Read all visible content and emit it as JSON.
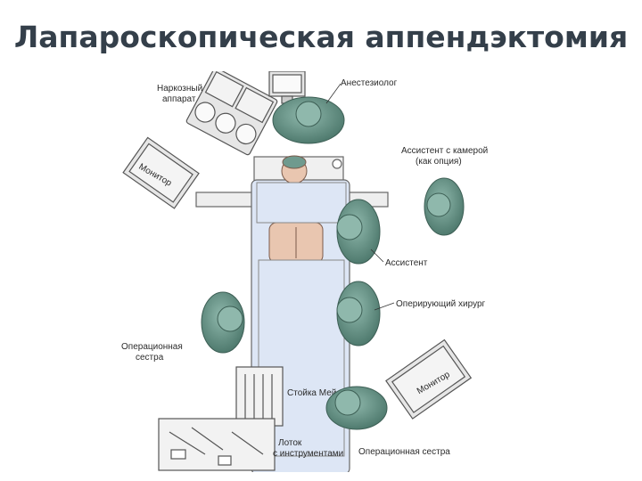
{
  "title": "Лапароскопическая аппендэктомия",
  "labels": {
    "anesthesia_machine_1": "Наркозный",
    "anesthesia_machine_2": "аппарат",
    "anesthesiologist": "Анестезиолог",
    "monitor_left": "Монитор",
    "camera_assistant_1": "Ассистент с камерой",
    "camera_assistant_2": "(как опция)",
    "assistant": "Ассистент",
    "surgeon": "Оперирующий хирург",
    "scrub_nurse_1": "Операционная",
    "scrub_nurse_2": "сестра",
    "mayo_stand": "Стойка Мейо",
    "monitor_right": "Монитор",
    "instrument_tray_1": "Лоток",
    "instrument_tray_2": "с инструментами",
    "circulating_nurse": "Операционная сестра"
  },
  "colors": {
    "title": "#343f4a",
    "staff_head": "#6f9a8e",
    "staff_shadow": "#4f7a6e",
    "drape": "#dde6f5",
    "skin": "#e9c6b0",
    "equipment": "#e6e6e6",
    "outline": "#555555"
  }
}
